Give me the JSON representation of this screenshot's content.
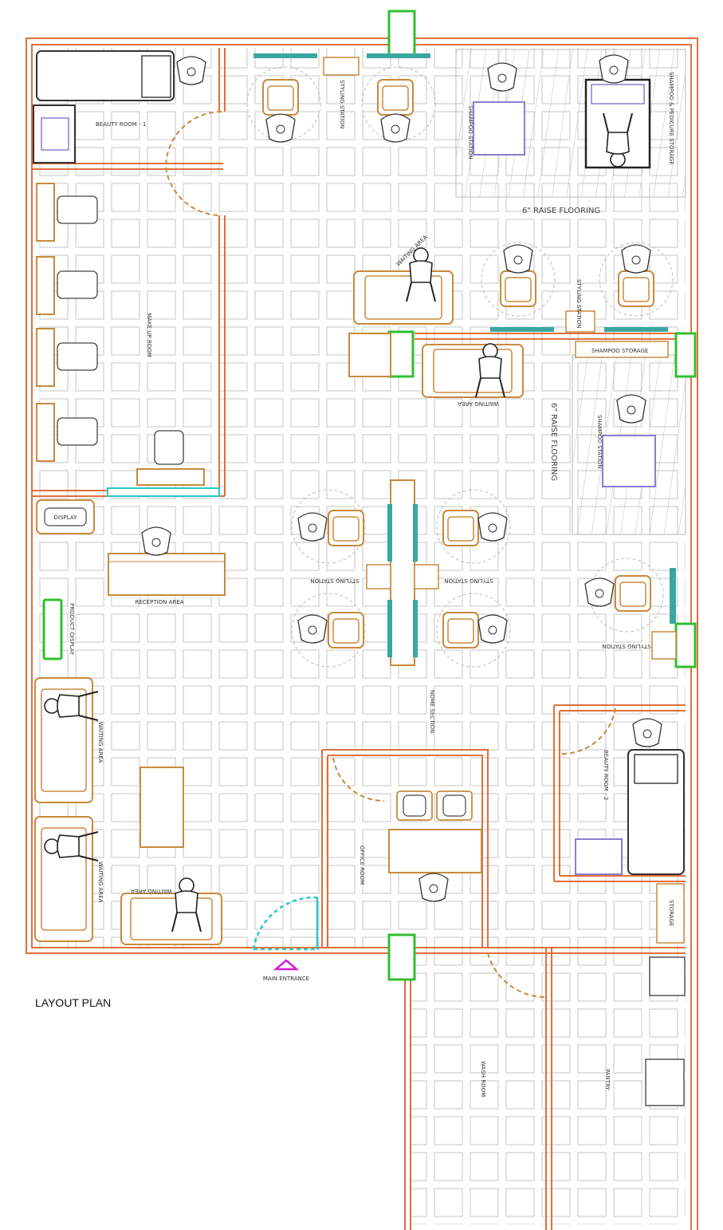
{
  "plan_title": "LAYOUT PLAN",
  "colors": {
    "wall": "#e0703a",
    "furniture": "#c98a3c",
    "grid": "#cfcfcf",
    "window": "#2fbf2f",
    "glass": "#3aa7a0",
    "fixture": "#8a7fd0",
    "entrance": "#d11fd1",
    "door_swing": "#c98a3c"
  },
  "labels": {
    "beauty_room_1": "BEAUTY ROOM - 1",
    "make_up_room": "MAKE UP ROOM",
    "styling_station": "STYLING STATION",
    "shampoo_station": "SHAMPOO STATION",
    "shampoo_pedicure_storage": "SHAMPOO & PEDICURE STORAGE",
    "raise_flooring": "6\" RAISE FLOORING",
    "waiting_area": "WAITING AREA",
    "shampoo_storage": "SHAMPOO STORAGE",
    "display": "DISPLAY",
    "reception_area": "RECEPTION AREA",
    "product_display": "PRODUCT DISPLAY",
    "nome_section": "NOME SECTION",
    "office_room": "OFFICE ROOM",
    "beauty_room_2": "BEAUTY ROOM - 2",
    "storage": "STORAGE",
    "main_entrance": "MAIN ENTRANCE",
    "wash_room": "WASH ROOM",
    "pantry": "PANTRY"
  }
}
